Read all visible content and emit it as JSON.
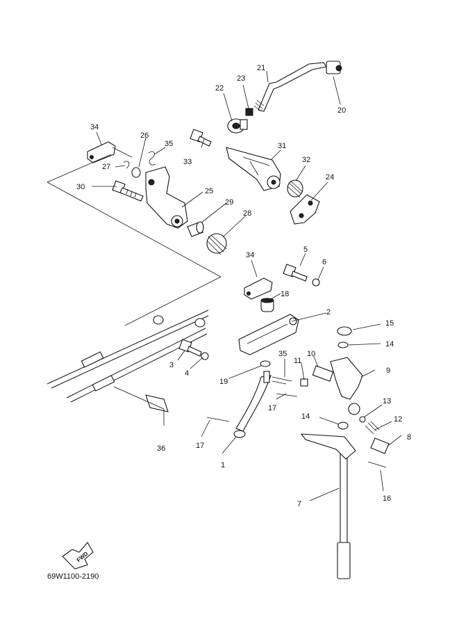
{
  "diagram": {
    "drawing_code": "69W1100-2190",
    "fwd_text": "FWD",
    "parts": [
      {
        "id": "p1",
        "label": "1"
      },
      {
        "id": "p2",
        "label": "2"
      },
      {
        "id": "p3",
        "label": "3"
      },
      {
        "id": "p4",
        "label": "4"
      },
      {
        "id": "p5",
        "label": "5"
      },
      {
        "id": "p6",
        "label": "6"
      },
      {
        "id": "p7",
        "label": "7"
      },
      {
        "id": "p8",
        "label": "8"
      },
      {
        "id": "p9",
        "label": "9"
      },
      {
        "id": "p10",
        "label": "10"
      },
      {
        "id": "p11",
        "label": "11"
      },
      {
        "id": "p12",
        "label": "12"
      },
      {
        "id": "p13",
        "label": "13"
      },
      {
        "id": "p14a",
        "label": "14"
      },
      {
        "id": "p14b",
        "label": "14"
      },
      {
        "id": "p15",
        "label": "15"
      },
      {
        "id": "p16",
        "label": "16"
      },
      {
        "id": "p17a",
        "label": "17"
      },
      {
        "id": "p17b",
        "label": "17"
      },
      {
        "id": "p18",
        "label": "18"
      },
      {
        "id": "p19",
        "label": "19"
      },
      {
        "id": "p20",
        "label": "20"
      },
      {
        "id": "p21",
        "label": "21"
      },
      {
        "id": "p22",
        "label": "22"
      },
      {
        "id": "p23",
        "label": "23"
      },
      {
        "id": "p24",
        "label": "24"
      },
      {
        "id": "p25",
        "label": "25"
      },
      {
        "id": "p26",
        "label": "26"
      },
      {
        "id": "p27",
        "label": "27"
      },
      {
        "id": "p28",
        "label": "28"
      },
      {
        "id": "p29",
        "label": "29"
      },
      {
        "id": "p30",
        "label": "30"
      },
      {
        "id": "p31",
        "label": "31"
      },
      {
        "id": "p32",
        "label": "32"
      },
      {
        "id": "p33",
        "label": "33"
      },
      {
        "id": "p34a",
        "label": "34"
      },
      {
        "id": "p34b",
        "label": "34"
      },
      {
        "id": "p35a",
        "label": "35"
      },
      {
        "id": "p35b",
        "label": "35"
      },
      {
        "id": "p36",
        "label": "36"
      }
    ]
  }
}
